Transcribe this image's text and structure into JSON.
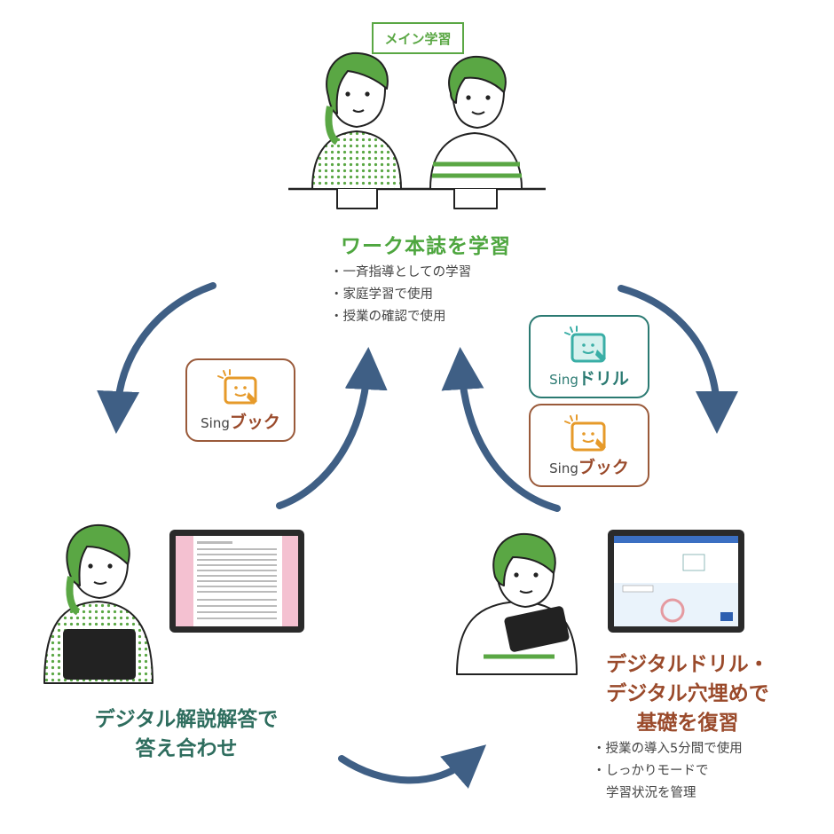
{
  "header": {
    "badge": "メイン学習"
  },
  "top": {
    "title": "ワーク本誌を学習",
    "bullets": [
      "一斉指導としての学習",
      "家庭学習で使用",
      "授業の確認で使用"
    ]
  },
  "left": {
    "title_line1": "デジタル解説解答で",
    "title_line2": "答え合わせ"
  },
  "right": {
    "title_line1": "デジタルドリル・",
    "title_line2": "デジタル穴埋めで",
    "title_line3": "基礎を復習",
    "bullet1": "授業の導入5分間で使用",
    "bullet2_line1": "しっかりモードで",
    "bullet2_line2": "学習状況を管理"
  },
  "apps": {
    "sing_prefix": "Sing",
    "book_suffix": "ブック",
    "drill_suffix": "ドリル"
  },
  "colors": {
    "arrow": "#3f5f85",
    "green": "#4ea63f",
    "teal": "#2e6d5e",
    "brown": "#9a4a2b",
    "icon_orange": "#e69a2a",
    "icon_teal": "#3aaea6"
  }
}
